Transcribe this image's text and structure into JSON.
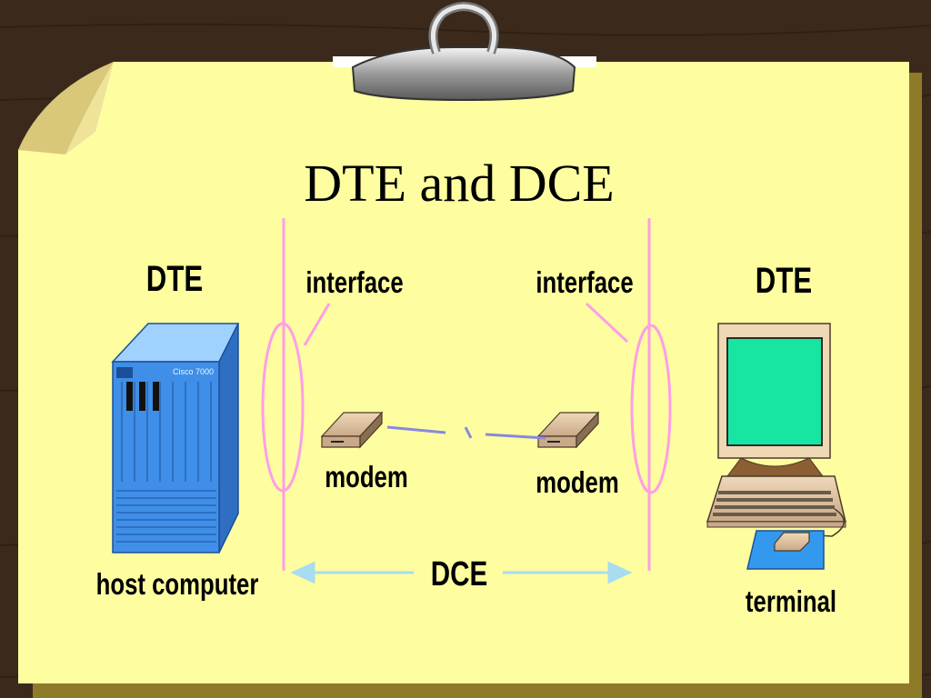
{
  "slide": {
    "title": "DTE and DCE"
  },
  "labels": {
    "dte_left": "DTE",
    "dte_right": "DTE",
    "interface_left": "interface",
    "interface_right": "interface",
    "modem_left": "modem",
    "modem_right": "modem",
    "dce": "DCE",
    "host_computer": "host computer",
    "terminal": "terminal",
    "server_badge": "Cisco 7000"
  },
  "colors": {
    "wood_background": "#3b2a1c",
    "paper": "#fefea0",
    "paper_shadow": "#b8a23c",
    "boundary_line": "#ff9ee6",
    "dce_arrow": "#a8dcf0",
    "server_blue": "#3f8fe8",
    "terminal_screen": "#17e6a3",
    "modem_link": "#8888e0"
  },
  "icons": [
    "binder-clip-icon",
    "server-icon",
    "modem-icon",
    "terminal-icon",
    "mouse-icon"
  ]
}
